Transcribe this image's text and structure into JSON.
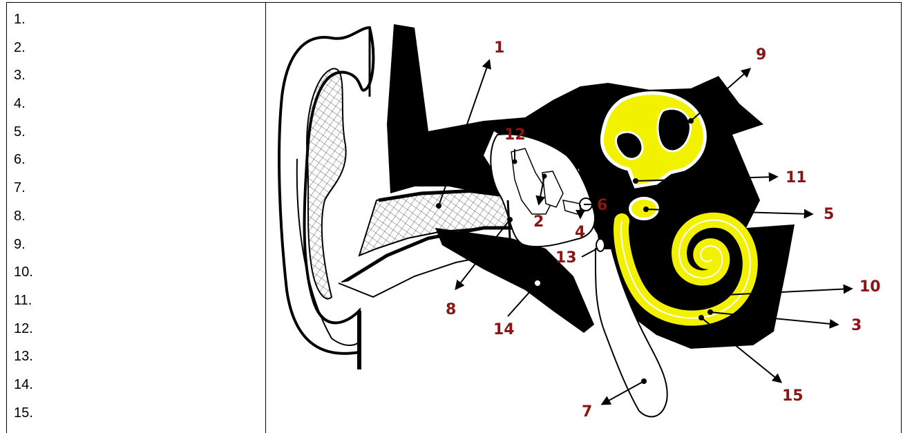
{
  "answer_lines": [
    "1.",
    "2.",
    "3.",
    "4.",
    "5.",
    "6.",
    "7.",
    "8.",
    "9.",
    "10.",
    "11.",
    "12.",
    "13.",
    "14.",
    "15."
  ],
  "diagram": {
    "labels": [
      "1",
      "2",
      "3",
      "4",
      "5",
      "6",
      "7",
      "8",
      "9",
      "10",
      "11",
      "12",
      "13",
      "14",
      "15"
    ],
    "colors": {
      "label": "#8b1414",
      "fill_dark": "#000000",
      "fill_highlight": "#f2f200",
      "outline": "#000000",
      "background": "#ffffff"
    }
  }
}
